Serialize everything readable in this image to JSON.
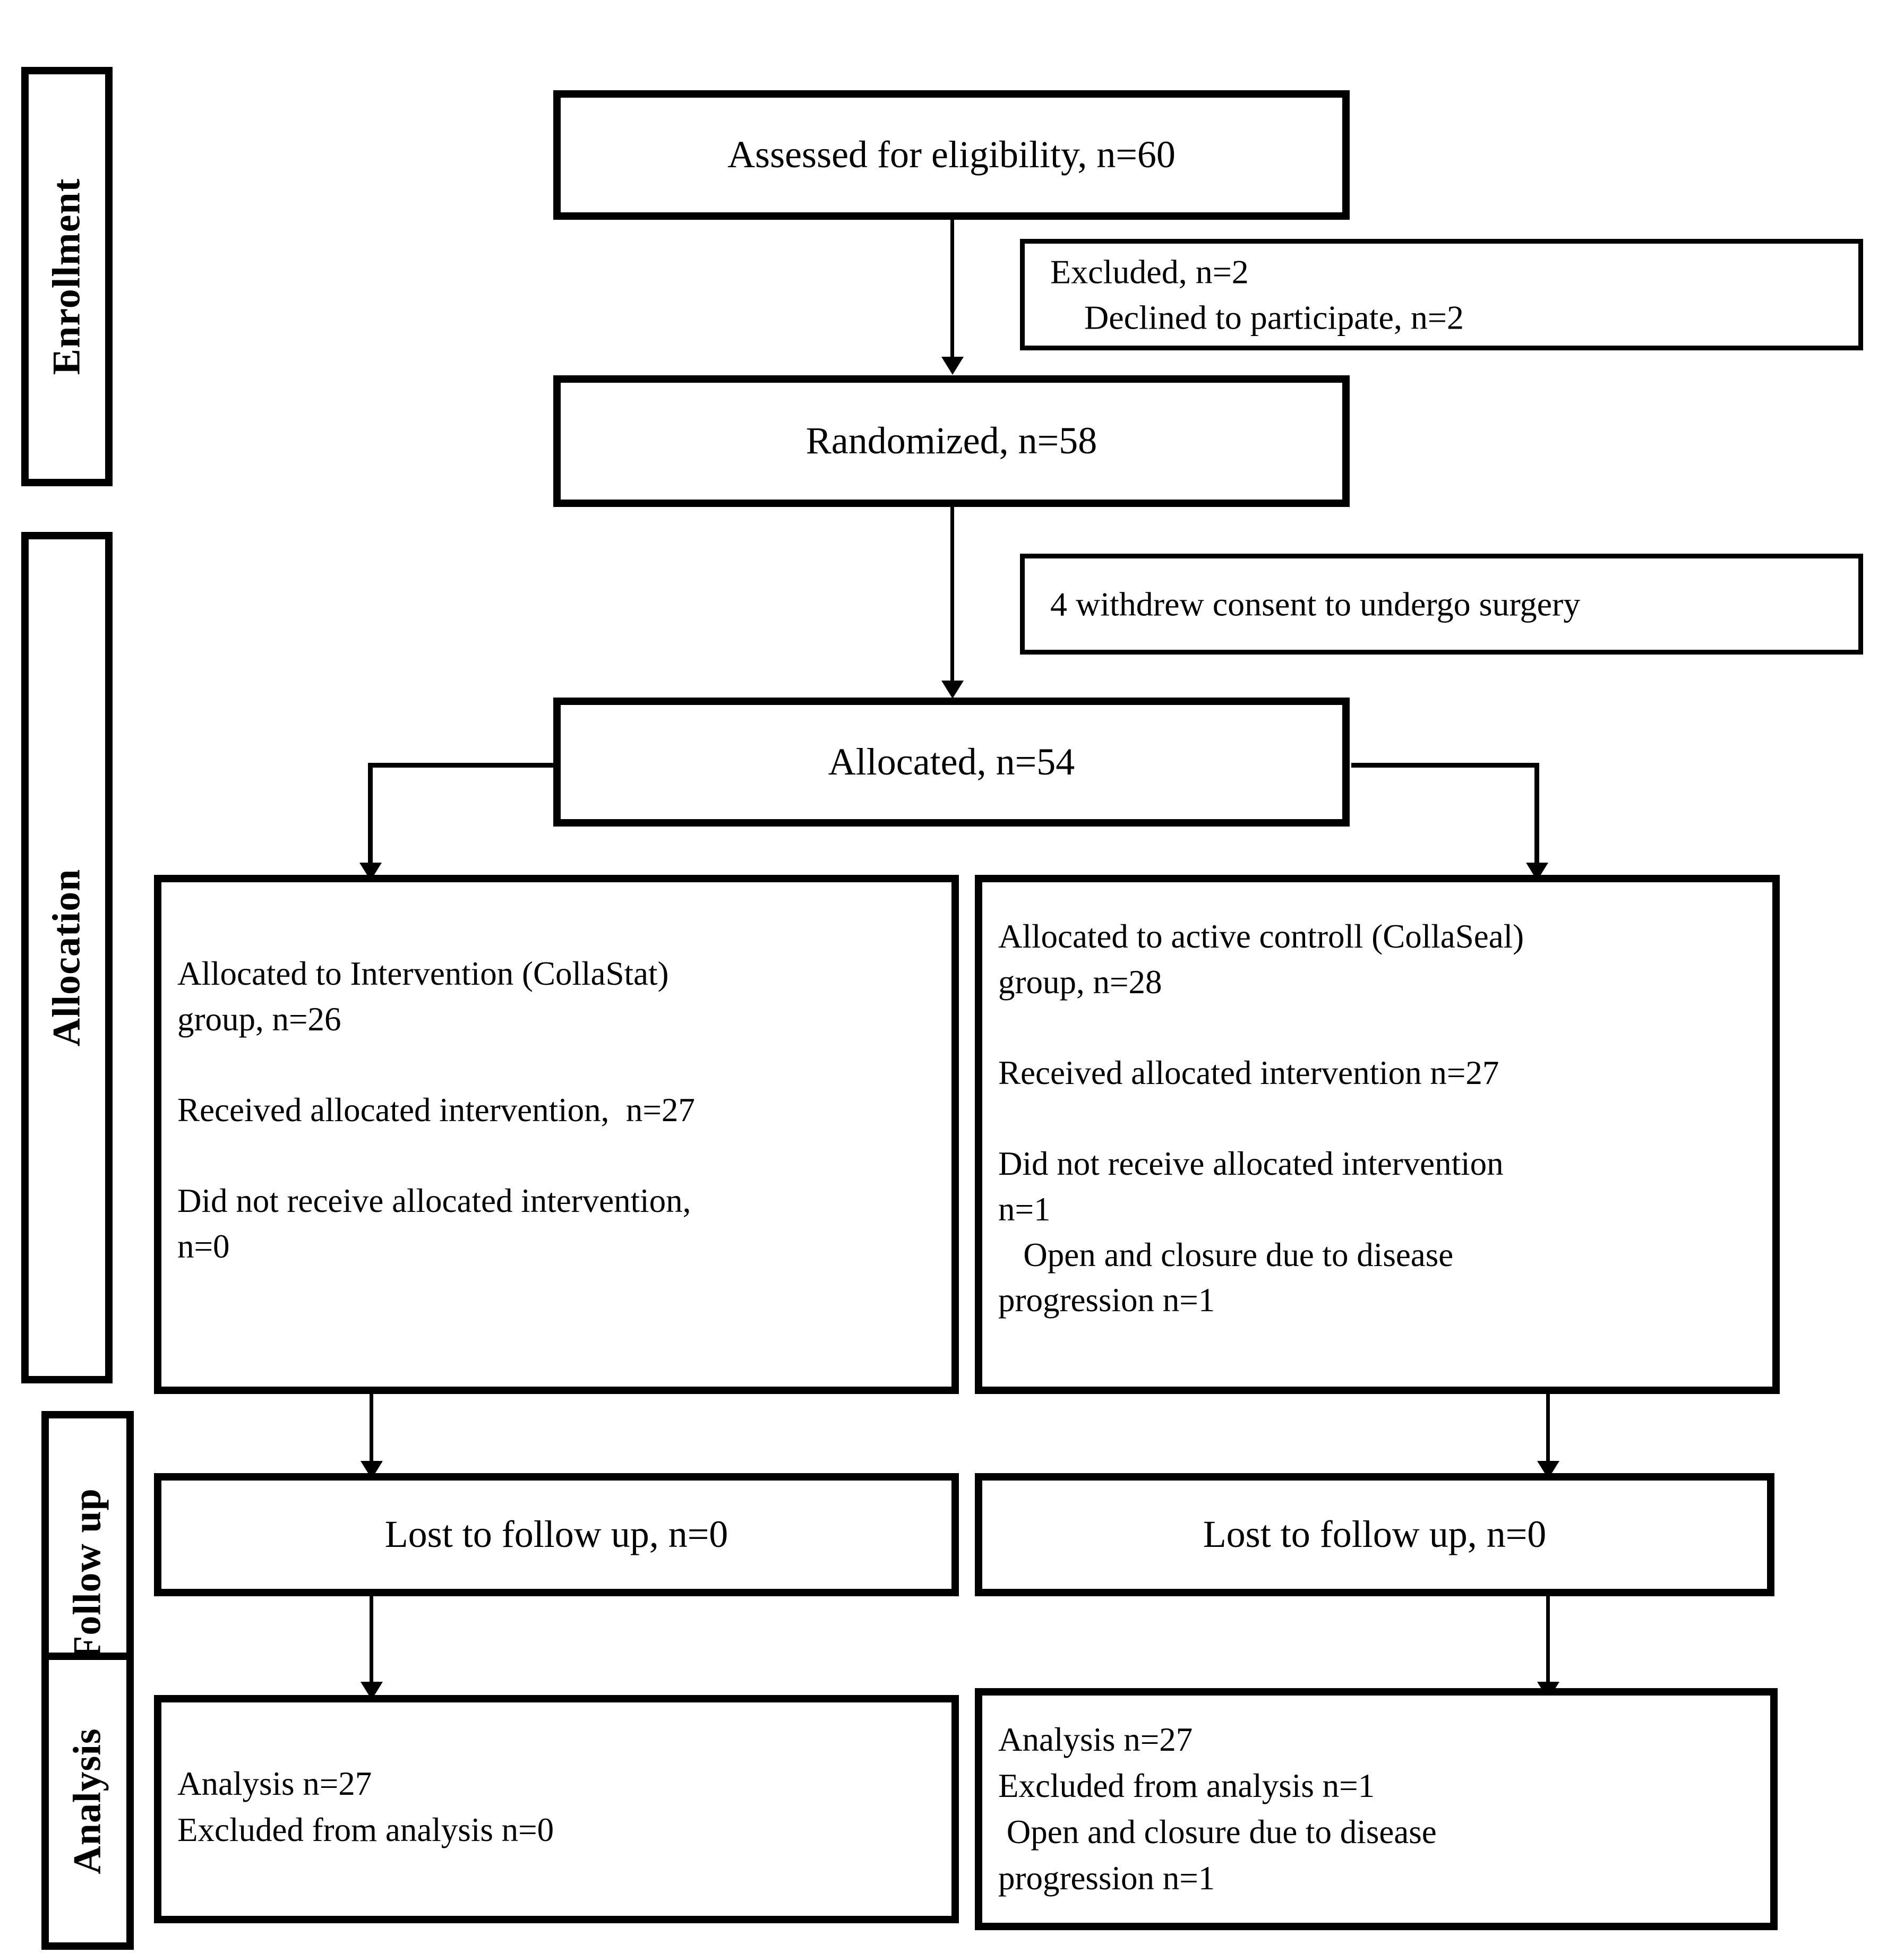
{
  "diagram": {
    "title": "CONSORT flow diagram",
    "line_color": "#000000",
    "box_fill": "#ffffff"
  },
  "stages": [
    {
      "id": "enrollment",
      "label": "Enrollment"
    },
    {
      "id": "allocation",
      "label": "Allocation"
    },
    {
      "id": "followup",
      "label": "Follow up"
    },
    {
      "id": "analysis",
      "label": "Analysis"
    }
  ],
  "nodes": {
    "assessed": {
      "text": "Assessed for eligibility, n=60"
    },
    "excluded": {
      "text": "Excluded, n=2\n    Declined to participate, n=2"
    },
    "randomized": {
      "text": "Randomized, n=58"
    },
    "withdrew": {
      "text": "4 withdrew consent to undergo surgery"
    },
    "allocated": {
      "text": "Allocated, n=54"
    },
    "alloc_left": {
      "text": "Allocated to Intervention (CollaStat)\ngroup, n=26\n\nReceived allocated intervention,  n=27\n\nDid not receive allocated intervention,\nn=0"
    },
    "alloc_right": {
      "text": "Allocated to active controll (CollaSeal)\ngroup, n=28\n\nReceived allocated intervention n=27\n\nDid not receive allocated intervention\nn=1\n   Open and closure due to disease\nprogression n=1"
    },
    "follow_left": {
      "text": "Lost to follow up, n=0"
    },
    "follow_right": {
      "text": "Lost to follow up, n=0"
    },
    "analysis_left": {
      "text": "Analysis n=27\nExcluded from analysis n=0"
    },
    "analysis_right": {
      "text": "Analysis n=27\nExcluded from analysis n=1\n Open and closure due to disease\nprogression n=1"
    }
  },
  "flow_data": {
    "type": "consort-flow",
    "assessed_for_eligibility": 60,
    "excluded_total": 2,
    "excluded_declined": 2,
    "randomized": 58,
    "withdrew_consent": 4,
    "allocated": 54,
    "intervention_group": {
      "name": "CollaStat",
      "allocated": 26,
      "received": 27,
      "did_not_receive": 0,
      "lost_to_follow_up": 0,
      "analysed": 27,
      "excluded_from_analysis": 0
    },
    "control_group": {
      "name": "CollaSeal",
      "allocated": 28,
      "received": 27,
      "did_not_receive": 1,
      "did_not_receive_reason": "Open and closure due to disease progression",
      "did_not_receive_reason_n": 1,
      "lost_to_follow_up": 0,
      "analysed": 27,
      "excluded_from_analysis": 1,
      "excluded_reason": "Open and closure due to disease progression",
      "excluded_reason_n": 1
    }
  }
}
